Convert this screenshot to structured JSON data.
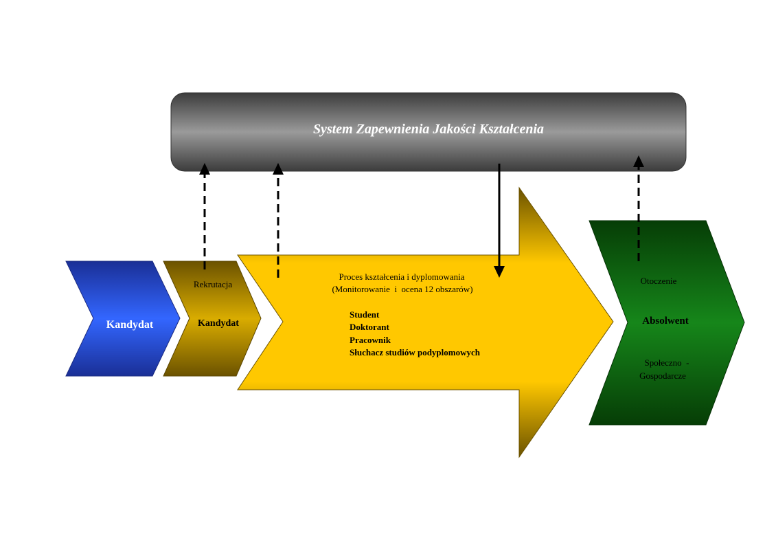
{
  "system_box": {
    "title": "System Zapewnienia Jakości Kształcenia"
  },
  "candidate_chevron": {
    "label": "Kandydat",
    "color": "#2f5ff0"
  },
  "recruitment_chevron": {
    "top_label": "Rekrutacja",
    "main_label": "Kandydat",
    "color": "#c9a200"
  },
  "process_arrow": {
    "title_line1": "Proces kształcenia i dyplomowania",
    "title_line2": "(Monitorowanie  i  ocena 12 obszarów)",
    "roles": [
      "Student",
      "Doktorant",
      "Pracownik",
      "Słuchacz studiów podyplomowych"
    ],
    "color": "#ffc800"
  },
  "graduate_chevron": {
    "top_label": "Otoczenie",
    "main_label": "Absolwent",
    "bottom_line1": "Społeczno  -",
    "bottom_line2": "Gospodarcze",
    "color": "#0f6e0f"
  }
}
